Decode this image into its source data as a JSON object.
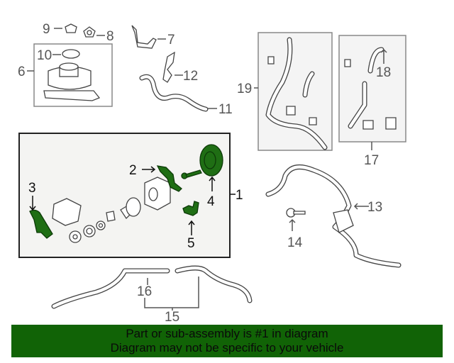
{
  "diagram": {
    "callouts": {
      "c1": "1",
      "c2": "2",
      "c3": "3",
      "c4": "4",
      "c5": "5",
      "c6": "6",
      "c7": "7",
      "c8": "8",
      "c9": "9",
      "c10": "10",
      "c11": "11",
      "c12": "12",
      "c13": "13",
      "c14": "14",
      "c15": "15",
      "c16": "16",
      "c17": "17",
      "c18": "18",
      "c19": "19"
    },
    "highlight_color": "#1f6e14"
  },
  "banner": {
    "line1": "Part or sub-assembly is #1 in diagram",
    "line2": "Diagram may not be specific to your vehicle",
    "background": "#116306"
  }
}
